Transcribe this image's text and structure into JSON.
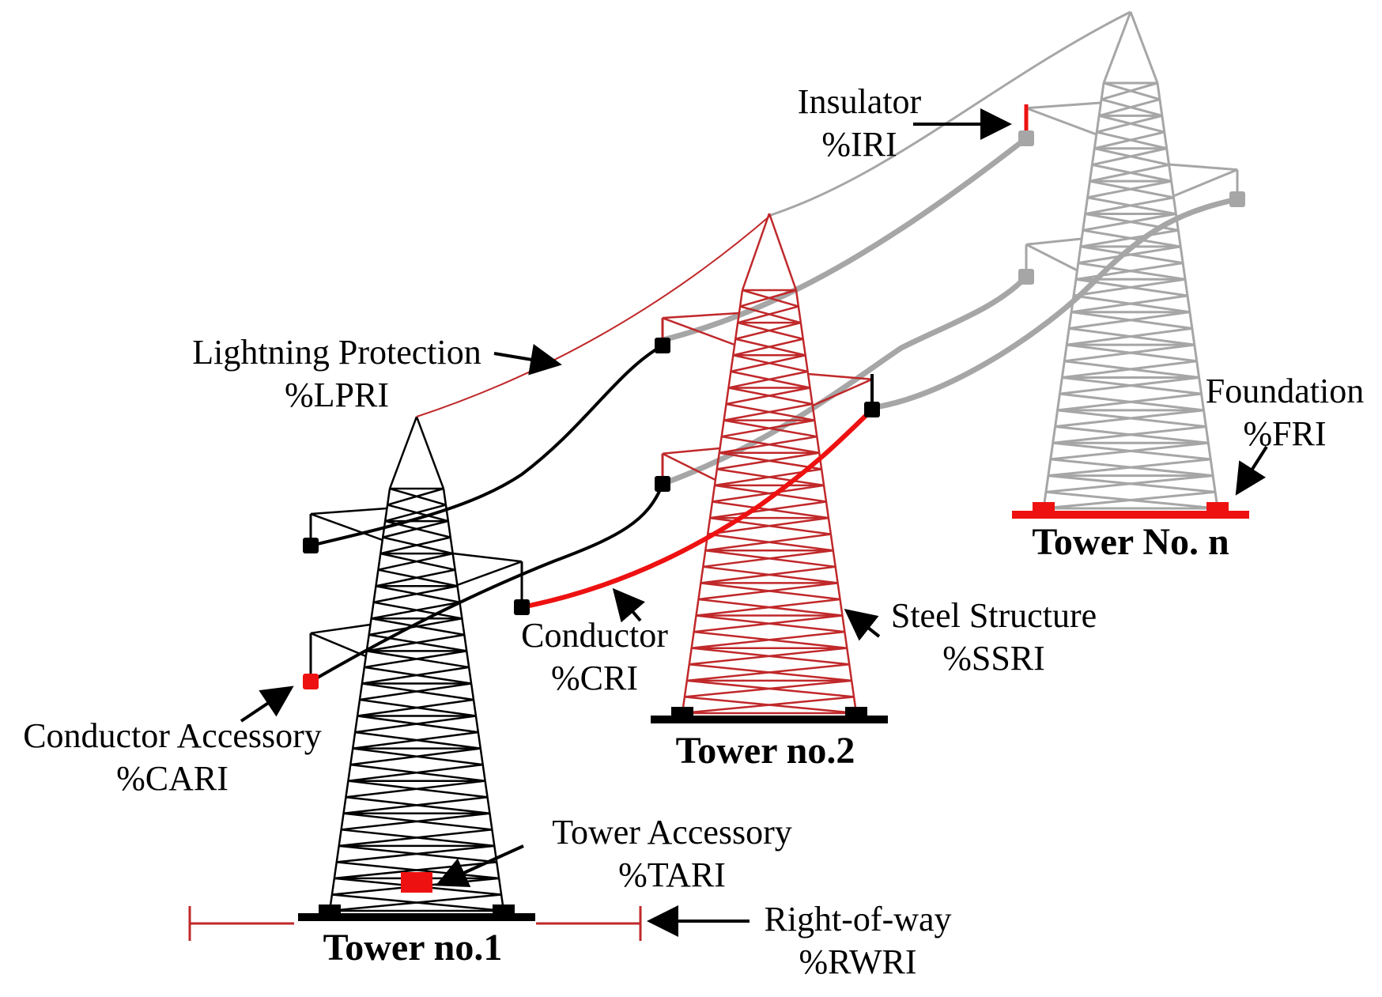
{
  "colors": {
    "tower1": "#000000",
    "tower2": "#c0282a",
    "towerN": "#a6a6a6",
    "highlight": "#ee1111",
    "text": "#000000",
    "background": "#ffffff"
  },
  "towers": {
    "t1": {
      "name": "Tower no.1"
    },
    "t2": {
      "name": "Tower no.2"
    },
    "tn": {
      "name": "Tower No. n"
    }
  },
  "labels": {
    "insulator": {
      "line1": "Insulator",
      "line2": "%IRI"
    },
    "lightning": {
      "line1": "Lightning Protection",
      "line2": "%LPRI"
    },
    "foundation": {
      "line1": "Foundation",
      "line2": "%FRI"
    },
    "conductor": {
      "line1": "Conductor",
      "line2": "%CRI"
    },
    "steel": {
      "line1": "Steel Structure",
      "line2": "%SSRI"
    },
    "conductor_accessory": {
      "line1": "Conductor Accessory",
      "line2": "%CARI"
    },
    "tower_accessory": {
      "line1": "Tower Accessory",
      "line2": "%TARI"
    },
    "right_of_way": {
      "line1": "Right-of-way",
      "line2": "%RWRI"
    }
  },
  "icons": [
    "arrow-icon",
    "tower-icon",
    "insulator-icon",
    "foundation-icon"
  ]
}
